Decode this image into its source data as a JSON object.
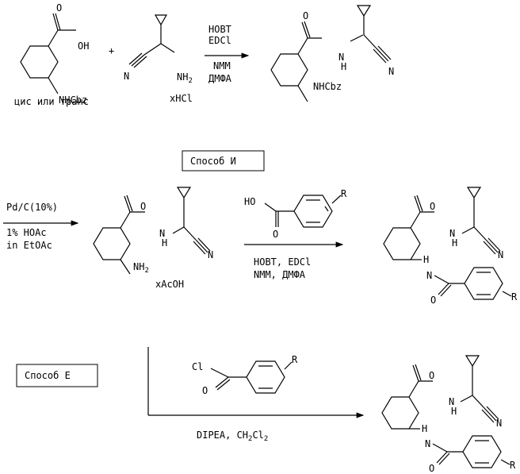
{
  "step1": {
    "reagent_top": "HOBT",
    "reagent_top2": "EDCl",
    "reagent_bottom": "NMM",
    "reagent_bottom2": "ДМФА",
    "plus": "+",
    "sm_oh": "OH",
    "sm_nh": "NHCbz",
    "sm_stereo": "цис или транс",
    "amine_n": "N",
    "amine_nh2": "NH",
    "amine_nh2_sub": "2",
    "amine_salt": "xHCl",
    "prod_n": "N",
    "prod_amide_n": "N",
    "prod_amide_h": "H",
    "prod_nh": "NHCbz"
  },
  "method_i": {
    "label": "Способ И",
    "reagent_line1": "Pd/C(10%)",
    "reagent_line2": "1% HOAc",
    "reagent_line3": "in EtOAc",
    "amine_n": "N",
    "amine_h": "H",
    "amine_nh2": "NH",
    "amine_nh2_sub": "2",
    "amine_nitrile_n": "N",
    "salt": "xAcOH",
    "acid_ho": "HO",
    "acid_o": "O",
    "acid_r": "R",
    "coupling1": "HOBT, EDCl",
    "coupling2": "NMM, ДМФА",
    "prod_n": "N",
    "prod_h": "H",
    "prod_h2": "H",
    "prod_n2": "N",
    "prod_o": "O",
    "prod_nitrile_n": "N",
    "prod_r": "R"
  },
  "method_e": {
    "label": "Способ E",
    "acyl_cl": "Cl",
    "acyl_o": "O",
    "acyl_r": "R",
    "base": "DIPEA, CH",
    "base_sub1": "2",
    "base_mid": "Cl",
    "base_sub2": "2",
    "prod_n": "N",
    "prod_h": "H",
    "prod_h2": "H",
    "prod_n2": "N",
    "prod_o": "O",
    "prod_nitrile_n": "N",
    "prod_r": "R"
  }
}
